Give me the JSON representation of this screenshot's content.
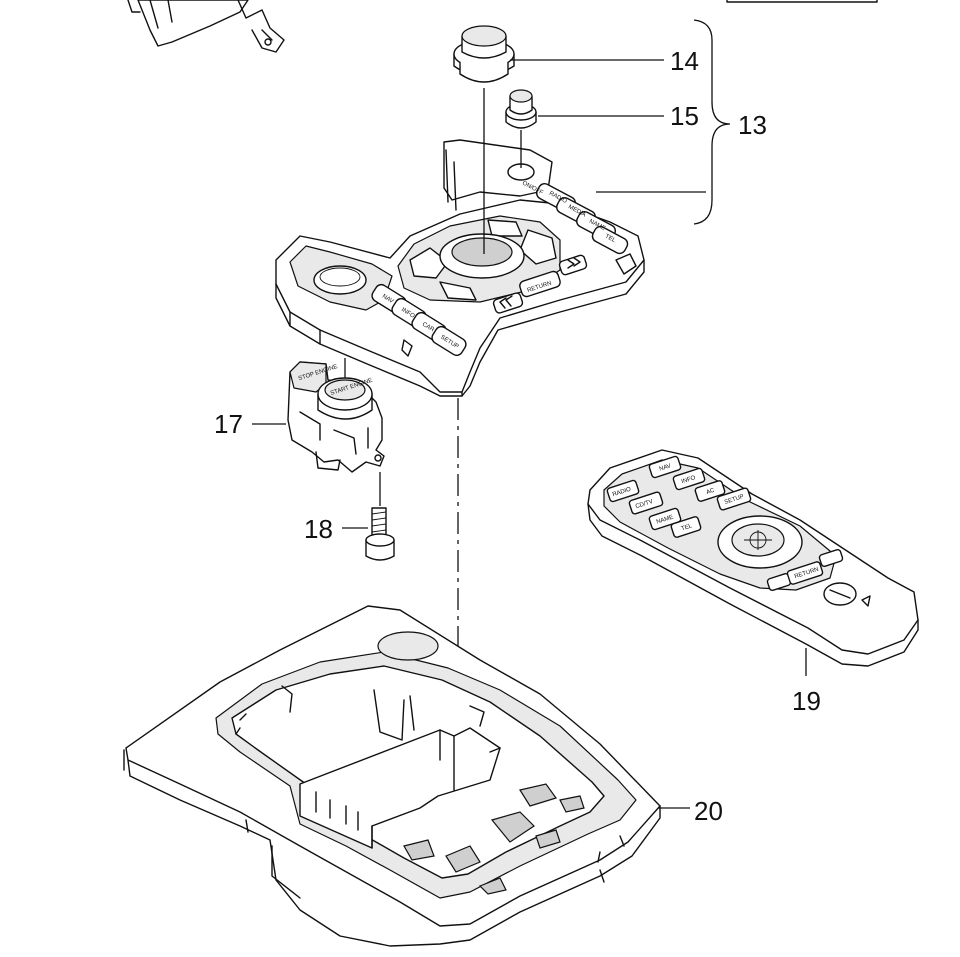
{
  "callouts": {
    "c13": "13",
    "c14": "14",
    "c15": "15",
    "c17": "17",
    "c18": "18",
    "c19": "19",
    "c20": "20"
  },
  "control_unit_keys": {
    "on_off": "ON/OFF",
    "radio": "RADIO",
    "media": "MEDIA",
    "name": "NAME",
    "tel": "TEL",
    "return": "RETURN",
    "nav": "NAV",
    "info": "INFO",
    "car": "CAR",
    "setup": "SETUP"
  },
  "switch_keys": {
    "stop_engine_a": "STOP ENGINE",
    "start_engine": "START ENGINE"
  },
  "remote_keys": {
    "radio": "RADIO",
    "cd_tv": "CD/TV",
    "nav": "NAV",
    "info": "INFO",
    "name": "NAME",
    "tel": "TEL",
    "ac": "AC",
    "setup": "SETUP",
    "return": "RETURN"
  }
}
